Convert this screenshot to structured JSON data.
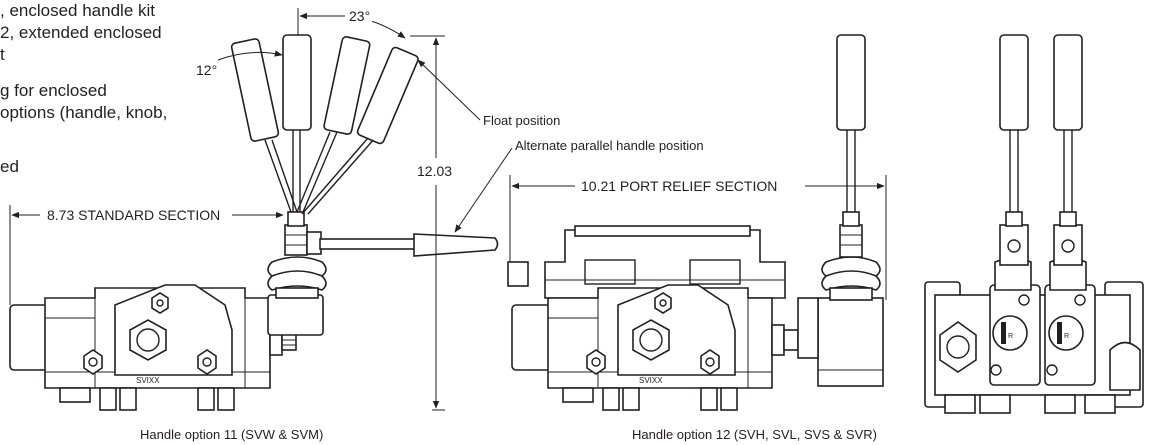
{
  "intro_text": {
    "lines": [
      ", enclosed handle kit",
      "2, extended enclosed",
      "t",
      "g for enclosed",
      "options (handle, knob,",
      "",
      "ed"
    ]
  },
  "dimensions": {
    "angle_12": "12°",
    "angle_23": "23°",
    "height": "12.03",
    "standard_section": "8.73 STANDARD SECTION",
    "port_relief_section": "10.21 PORT RELIEF SECTION"
  },
  "callouts": {
    "float_position": "Float position",
    "alternate_parallel": "Alternate parallel handle position"
  },
  "labels": {
    "valve_mark_1": "SVIXX",
    "valve_mark_2": "SVIXX"
  },
  "captions": {
    "option_11": "Handle option 11 (SVW & SVM)",
    "option_12": "Handle option 12 (SVH, SVL, SVS & SVR)"
  },
  "colors": {
    "line": "#231f20",
    "background": "#ffffff"
  }
}
